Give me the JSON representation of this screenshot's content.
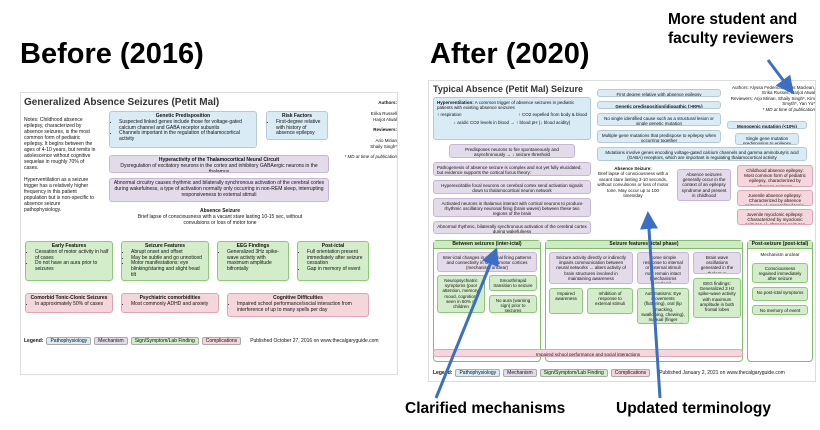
{
  "before": {
    "heading": "Before (2016)",
    "doc_title": "Generalized Absence Seizures (Petit Mal)",
    "authors_label": "Authors:",
    "authors": "Erika Russell\nHarjot Atwal",
    "reviewers_label": "Reviewers:",
    "reviewers": "Ario Mirian\nShaily Singh*",
    "faculty_note": "* MD at time of publication",
    "notes": "Notes: Childhood absence epilepsy, characterized by absence seizures, is the most common form of pediatric epilepsy. It begins between the ages of 4-10 years, but remits in adolescence without cognitive sequelae in roughly 70% of cases.",
    "hyperventilation_note": "Hyperventilation as a seizure trigger has a relatively higher frequency in this patient population but is non-specific to absence seizure pathophysiology.",
    "genetic_title": "Genetic Predisposition",
    "genetic_items": [
      "Suspected linked genes include those for voltage-gated calcium channel and GABA receptor subunits",
      "Channels important in the regulation of thalamocortical activity"
    ],
    "risk_title": "Risk Factors",
    "risk_items": [
      "First-degree relative with history of absence epilepsy"
    ],
    "hyper_title": "Hyperactivity of the Thalamocortical Neural Circuit",
    "hyper_text": "Dysregulation of excitatory neurons in the cortex and inhibitory GABAergic neurons in the thalamus",
    "abnormal_text": "Abnormal circuitry causes rhythmic and bilaterally synchronous activation of the cerebral cortex during wakefulness, a type of activation normally only occurring in non-REM sleep, interrupting responsiveness to external stimuli",
    "absence_title": "Absence Seizure",
    "absence_text": "Brief lapse of consciousness with a vacant stare lasting 10-15 sec, without convulsions or loss of motor tone",
    "early_title": "Early Features",
    "early_items": [
      "Cessation of motor activity in half of cases",
      "Do not have an aura prior to seizures"
    ],
    "seizure_title": "Seizure Features",
    "seizure_items": [
      "Abrupt onset and offset",
      "May be subtle and go unnoticed",
      "Motor manifestations: eye blinking/staring and slight head tilt"
    ],
    "eeg_title": "EEG Findings",
    "eeg_items": [
      "Generalized 3Hz spike-wave activity with maximum amplitude bifrontally"
    ],
    "postictal_title": "Post-ictal",
    "postictal_items": [
      "Full orientation present immediately after seizure cessation",
      "Gap in memory of event"
    ],
    "comorbid_title": "Comorbid Tonic-Clonic Seizures",
    "comorbid_items": [
      "In approximately 50% of cases"
    ],
    "psych_title": "Psychiatric comorbidities",
    "psych_items": [
      "Most commonly ADHD and anxiety"
    ],
    "cog_title": "Cognitive Difficulties",
    "cog_items": [
      "Impaired school performance/social interaction from interference of up to many spells per day"
    ],
    "legend_label": "Legend:",
    "legend": [
      "Pathophysiology",
      "Mechanism",
      "Sign/Symptom/Lab Finding",
      "Complications"
    ],
    "published": "Published October 27, 2016 on www.thecalgaryguide.com"
  },
  "after": {
    "heading": "After (2020)",
    "doc_title": "Typical Absence (Petit Mal) Seizure",
    "hyper_title": "Hyperventilation:",
    "hyper_text": "A common trigger of absence seizures in pediatric patients with existing absence seizures",
    "resp_left": "↑ respiration",
    "resp_right": "↑ CO2 expelled from body & blood",
    "acidic": "↓ acidic CO2 levels in blood → ↑ blood pH (↓ blood acidity)",
    "predispose": "Predisposes neurons to fire spontaneously and asynchronously → ↓ seizure threshold",
    "patho_text": "Pathogenesis of absence seizure is complex and not yet fully elucidated, but evidence supports the cortical focus theory:",
    "hyperexcitable": "Hyperexcitable focal neurons on cerebral cortex send activation signals down to thalamocortical neuron network",
    "activated": "Activated neurons in thalamus interact with cortical neurons to produce rhythmic oscillatory neuronal firing (brain waves) between these two regions of the brain",
    "abnormal": "Abnormal rhythmic, bilaterally synchronous activation of the cerebral cortex during wakefulness",
    "first_degree": "First degree relative with absence epilepsy",
    "genetic": "Genetic predisposition/idiopathic (>90%)",
    "no_single": "No single identified cause such as a structural lesion or single genetic mutation",
    "multiple_genes": "Multiple gene mutations that predispose to epilepsy when occurring together",
    "mutations": "Mutations involve genes encoding voltage-gated calcium channels and gamma aminobutyric acid (GABA) receptors, which are important in regulating thalamocortical activity",
    "authors": "Authors: Alyssa Federico, Davis Maclean, Erika Russell, Harjot Atwal",
    "reviewers": "Reviewers: Arjo Mirian, Shaily Singh*, Kim Smyth*, Yan Yu*",
    "faculty_note": "* MD at time of publication",
    "monogenic": "Monogenic mutation (<10%)",
    "single_gene": "Single gene mutation predisposing to epilepsy",
    "absence_title": "Absence Seizure:",
    "absence_text": "Brief lapse of consciousness with a vacant stare lasting 3-10 seconds, without convulsions or loss of motor tone. May occur up to 100 times/day",
    "absence_generally": "Absence seizures generally occur in the context of an epilepsy syndrome and present in childhood",
    "childhood": "Childhood absence epilepsy: Most common form of pediatric epilepsy, characterized by absence seizures",
    "juvenile_ae": "Juvenile absence epilepsy: Characterized by absence seizures +/- generalized tonic-clonic seizures",
    "juvenile_me": "Juvenile myoclonic epilepsy: Characterized by myoclonic seizures +/- absence seizures",
    "between_title": "Between seizures (inter-ictal)",
    "between_text": "Inter-ictal changes in neuronal firing patterns and connectivity in sensorimotor cortices (mechanism unclear)",
    "neuropsych": "Neuropsychiatric symptoms (poor attention, memory, mood, cognition) seen in 50% of children",
    "smooth": "Smooth/rapid transition to seizure",
    "no_aura": "No aura (warning sign) prior to seizures",
    "seizure_title": "Seizure features (ictal phase)",
    "seizure_activity": "Seizure activity directly or indirectly impairs communication between neural networks → alters activity of brain structures involved in maintaining awareness",
    "impaired": "Impaired awareness",
    "inhibition": "Inhibition of response to external stimuli",
    "some_simple": "Some simple response to internal or external stimuli may remain intact (mechanisms unclear)",
    "automatisms": "Automatisms: Eye movements (fluttering), oral (lip smacking, swallowing, chewing), manual (finger tapping, scratching)",
    "brain_wave": "Brain wave oscillations generated in the thalamus",
    "eeg": "EEG findings: Generalized 3 Hz spike-wave activity with maximum amplitude in both frontal lobes",
    "post_title": "Post-seizure (post-ictal)",
    "mech_unclear": "Mechanism unclear",
    "consciousness": "Consciousness regained immediately after seizure",
    "no_postictal": "No post-ictal symptoms",
    "no_memory": "No memory of event",
    "school": "Impaired school performance and social interactions",
    "legend_label": "Legend:",
    "legend": [
      "Pathophysiology",
      "Mechanism",
      "Sign/Symptom/Lab Finding",
      "Complications"
    ],
    "published": "Published January 2, 2021 on www.thecalgaryguide.com"
  },
  "annotations": {
    "reviewers": "More student and\nfaculty reviewers",
    "mechanisms": "Clarified mechanisms",
    "terminology": "Updated terminology"
  },
  "colors": {
    "arrow": "#3a6fc2",
    "blue_box": "#d9ebf4",
    "purple_box": "#e3dbe9",
    "green_box": "#d3ecc9",
    "pink_box": "#f4d6dc"
  }
}
